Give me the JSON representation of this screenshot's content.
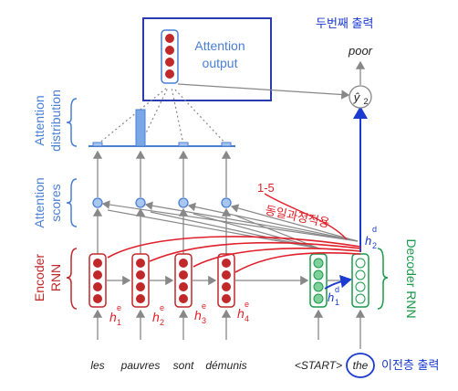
{
  "colors": {
    "encoder": "#c0282a",
    "decoder": "#1a9a4a",
    "attention": "#4a7fd4",
    "annotation_red": "#e0202a",
    "annotation_blue": "#1a3ad0",
    "gray": "#888888",
    "text": "#222222"
  },
  "labels": {
    "attention_output": [
      "Attention",
      "output"
    ],
    "attention_distribution": [
      "Attention",
      "distribution"
    ],
    "attention_scores": [
      "Attention",
      "scores"
    ],
    "encoder_rnn": [
      "Encoder",
      "RNN"
    ],
    "decoder_rnn": "Decoder RNN"
  },
  "inputs": {
    "encoder": [
      "les",
      "pauvres",
      "sont",
      "démunis"
    ],
    "decoder": [
      "<START>",
      "the"
    ]
  },
  "output_word": "poor",
  "yhat": "ŷ",
  "yhat_sub": "2",
  "annotations": {
    "korean_top": "두번째 출력",
    "korean_bottom": "이전층 출력",
    "range": "1-5",
    "korean_middle": "동일과정적용",
    "h1": "h",
    "h1_sup": "e",
    "h1_sub": "1",
    "h2": "h",
    "h2_sup": "e",
    "h2_sub": "2",
    "h3": "h",
    "h3_sup": "e",
    "h3_sub": "3",
    "h4": "h",
    "h4_sup": "e",
    "h4_sub": "4",
    "hd1": "h",
    "hd1_sup": "d",
    "hd1_sub": "1",
    "hd2": "h",
    "hd2_sup": "d",
    "hd2_sub": "2"
  }
}
